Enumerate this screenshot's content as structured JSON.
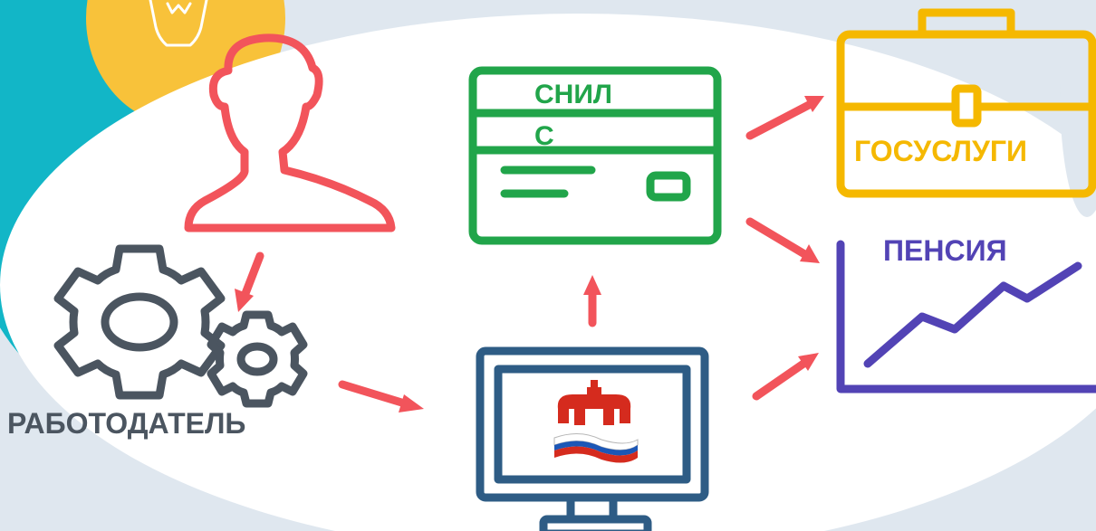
{
  "labels": {
    "employer": "РАБОТОДАТЕЛЬ",
    "snils_line1": "СНИЛ",
    "snils_line2": "С",
    "gosuslugi": "ГОСУСЛУГИ",
    "pension": "ПЕНСИЯ"
  },
  "colors": {
    "background": "#dfe7ef",
    "oval": "#ffffff",
    "teal_accent": "#12b6c7",
    "yellow_accent": "#f8c23a",
    "arrow": "#f2545b",
    "person": "#f2545b",
    "gears": "#4b5560",
    "snils_card": "#21a54a",
    "computer": "#2e5c85",
    "gosuslugi": "#f5b800",
    "pension": "#5243b5"
  },
  "icons": [
    "lightbulb-icon",
    "person-icon",
    "gears-icon",
    "snils-card-icon",
    "computer-icon",
    "pfr-logo-icon",
    "briefcase-icon",
    "pension-chart-icon"
  ]
}
